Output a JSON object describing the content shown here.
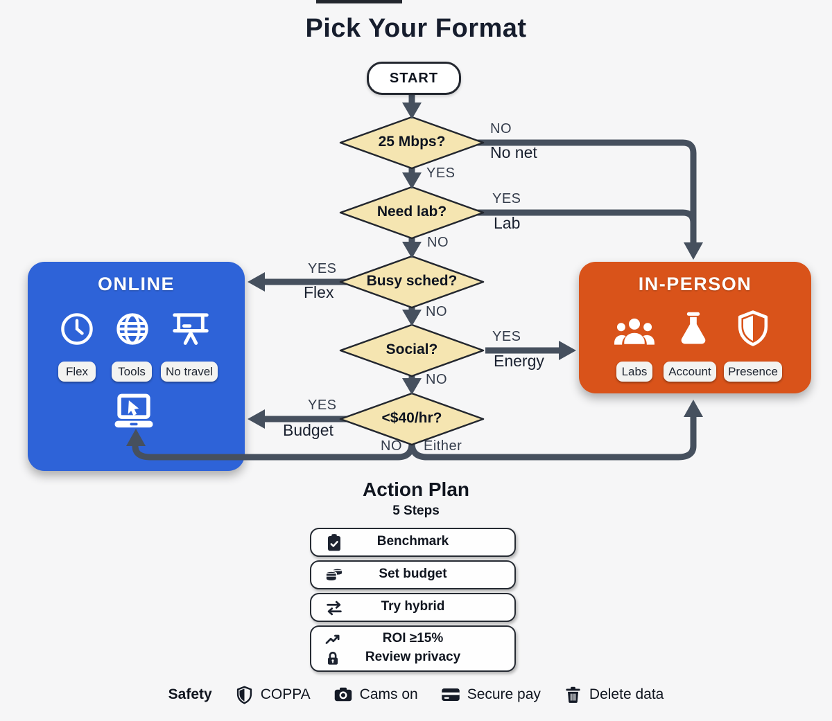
{
  "title": "Pick Your Format",
  "flow": {
    "start": "START",
    "d1": {
      "q": "25 Mbps?",
      "branch": "NO",
      "note": "No net",
      "down": "YES"
    },
    "d2": {
      "q": "Need lab?",
      "branch": "YES",
      "note": "Lab",
      "down": "NO"
    },
    "d3": {
      "q": "Busy sched?",
      "branch": "YES",
      "note": "Flex",
      "down": "NO"
    },
    "d4": {
      "q": "Social?",
      "branch": "YES",
      "note": "Energy",
      "down": "NO"
    },
    "d5": {
      "q": "<$40/hr?",
      "branch": "YES",
      "note": "Budget",
      "left": "NO",
      "right": "Either"
    }
  },
  "online": {
    "title": "ONLINE",
    "icons": [
      "clock-icon",
      "globe-icon",
      "easel-icon",
      "laptop-cursor-icon"
    ],
    "badges": [
      "Flex",
      "Tools",
      "No travel"
    ]
  },
  "inperson": {
    "title": "IN-PERSON",
    "icons": [
      "people-group-icon",
      "flask-icon",
      "shield-icon"
    ],
    "badges": [
      "Labs",
      "Account",
      "Presence"
    ]
  },
  "action": {
    "title": "Action Plan",
    "subtitle": "5 Steps",
    "steps": [
      "Benchmark",
      "Set budget",
      "Try hybrid"
    ],
    "step_icons": [
      "clipboard-check-icon",
      "coins-icon",
      "swap-arrows-icon"
    ],
    "step4": {
      "line1": "ROI ≥15%",
      "line2": "Review privacy",
      "icons": [
        "trend-up-icon",
        "lock-icon"
      ]
    }
  },
  "safety": {
    "label": "Safety",
    "items": [
      "COPPA",
      "Cams on",
      "Secure pay",
      "Delete data"
    ],
    "item_icons": [
      "shield-icon",
      "camera-icon",
      "credit-card-icon",
      "trash-icon"
    ]
  },
  "colors": {
    "online_blue": "#2e63d8",
    "inperson_orange": "#d9531a",
    "connector": "#46505e",
    "diamond_fill": "#f5e5b1",
    "diamond_border": "#23272f",
    "text_dark": "#10151f"
  }
}
